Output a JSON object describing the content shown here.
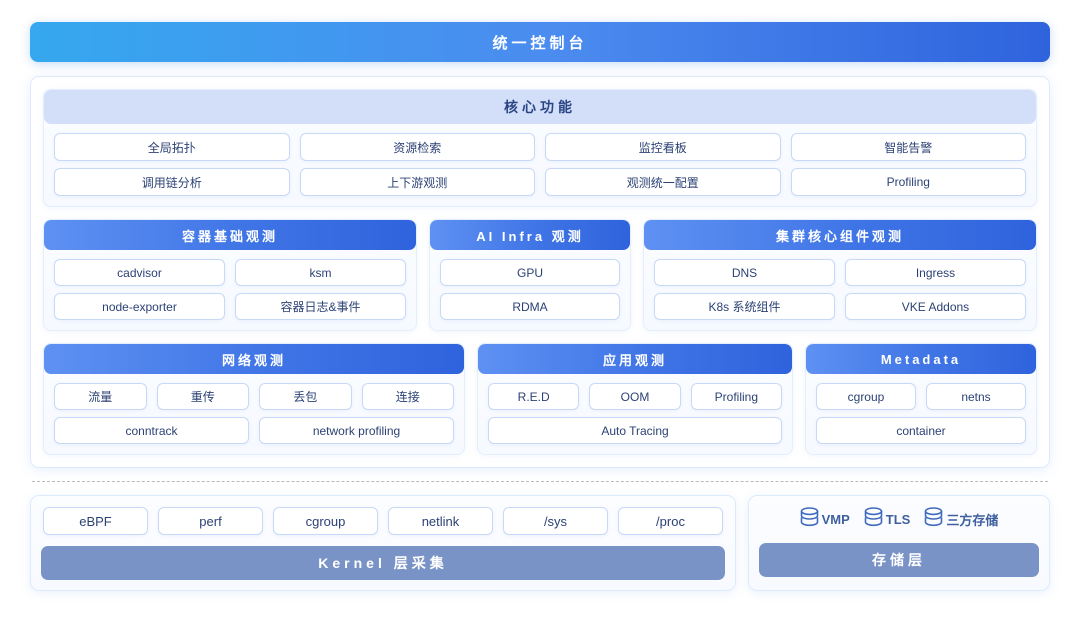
{
  "banner": {
    "title": "统一控制台"
  },
  "core": {
    "title": "核心功能",
    "row1": [
      "全局拓扑",
      "资源检索",
      "监控看板",
      "智能告警"
    ],
    "row2": [
      "调用链分析",
      "上下游观测",
      "观测统一配置",
      "Profiling"
    ]
  },
  "tier2": [
    {
      "title": "容器基础观测",
      "row1": [
        "cadvisor",
        "ksm"
      ],
      "row2": [
        "node-exporter",
        "容器日志&事件"
      ]
    },
    {
      "title": "AI Infra 观测",
      "row1": [
        "GPU"
      ],
      "row2": [
        "RDMA"
      ]
    },
    {
      "title": "集群核心组件观测",
      "row1": [
        "DNS",
        "Ingress"
      ],
      "row2": [
        "K8s 系统组件",
        "VKE Addons"
      ]
    }
  ],
  "tier3": [
    {
      "title": "网络观测",
      "row1": [
        "流量",
        "重传",
        "丢包",
        "连接"
      ],
      "row2": [
        "conntrack",
        "network profiling"
      ]
    },
    {
      "title": "应用观测",
      "row1": [
        "R.E.D",
        "OOM",
        "Profiling"
      ],
      "row2": [
        "Auto Tracing"
      ]
    },
    {
      "title": "Metadata",
      "row1": [
        "cgroup",
        "netns"
      ],
      "row2": [
        "container"
      ]
    }
  ],
  "kernel": {
    "items": [
      "eBPF",
      "perf",
      "cgroup",
      "netlink",
      "/sys",
      "/proc"
    ],
    "bar_label": "Kernel 层采集"
  },
  "storage": {
    "items": [
      "VMP",
      "TLS",
      "三方存储"
    ],
    "bar_label": "存储层"
  },
  "colors": {
    "banner_start": "#35a8ef",
    "banner_end": "#2f63dd",
    "header_gradient_start": "#5e91f2",
    "header_gradient_end": "#2f63dd",
    "core_header_bg": "#d3def9",
    "bottom_bar_bg": "#7a93c6",
    "chip_border": "#c8d9f7",
    "text_navy": "#2c4275"
  }
}
